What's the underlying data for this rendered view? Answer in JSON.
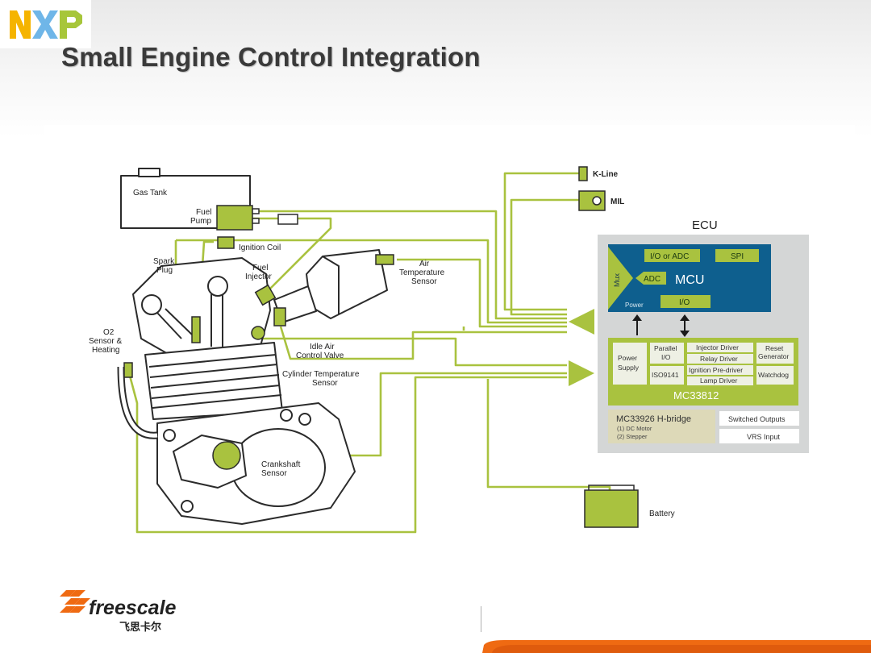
{
  "slide": {
    "title": "Small Engine Control Integration"
  },
  "logos": {
    "nxp": "NXP",
    "freescale": "freescale",
    "freescale_chinese": "飞思卡尔"
  },
  "colors": {
    "accent_green": "#a9c23f",
    "mcu_blue": "#0e5f8e",
    "ecu_gray": "#d4d6d6",
    "mc33812_green": "#a9c23f",
    "hbridge_tan": "#ddd9b8",
    "brand_orange": "#ef6a12"
  },
  "diagram": {
    "engine_labels": {
      "gas_tank": "Gas Tank",
      "fuel_pump_1": "Fuel",
      "fuel_pump_2": "Pump",
      "ignition_coil": "Ignition Coil",
      "spark_plug_1": "Spark",
      "spark_plug_2": "Plug",
      "fuel_injector_1": "Fuel",
      "fuel_injector_2": "Injector",
      "air_temp_1": "Air",
      "air_temp_2": "Temperature",
      "air_temp_3": "Sensor",
      "o2_sensor_1": "O2",
      "o2_sensor_2": "Sensor &",
      "o2_sensor_3": "Heating",
      "idle_air_1": "Idle Air",
      "idle_air_2": "Control Valve",
      "cyl_temp_1": "Cylinder Temperature",
      "cyl_temp_2": "Sensor",
      "crankshaft_1": "Crankshaft",
      "crankshaft_2": "Sensor",
      "k_line": "K-Line",
      "mil": "MIL",
      "battery": "Battery"
    },
    "ecu": {
      "title": "ECU",
      "mcu": {
        "label": "MCU",
        "io_adc": "I/O or ADC",
        "spi": "SPI",
        "mux": "Mux",
        "adc": "ADC",
        "power": "Power",
        "io": "I/O"
      },
      "mc33812": {
        "label": "MC33812",
        "power_supply_1": "Power",
        "power_supply_2": "Supply",
        "parallel_io_1": "Parallel",
        "parallel_io_2": "I/O",
        "iso9141": "ISO9141",
        "injector_driver": "Injector Driver",
        "relay_driver": "Relay Driver",
        "ignition_predriver": "Ignition Pre-driver",
        "lamp_driver": "Lamp Driver",
        "reset_gen_1": "Reset",
        "reset_gen_2": "Generator",
        "watchdog": "Watchdog"
      },
      "hbridge": {
        "label": "MC33926 H-bridge",
        "dc_motor": "(1) DC Motor",
        "stepper": "(2) Stepper"
      },
      "switched_outputs": "Switched Outputs",
      "vrs_input": "VRS Input"
    }
  }
}
